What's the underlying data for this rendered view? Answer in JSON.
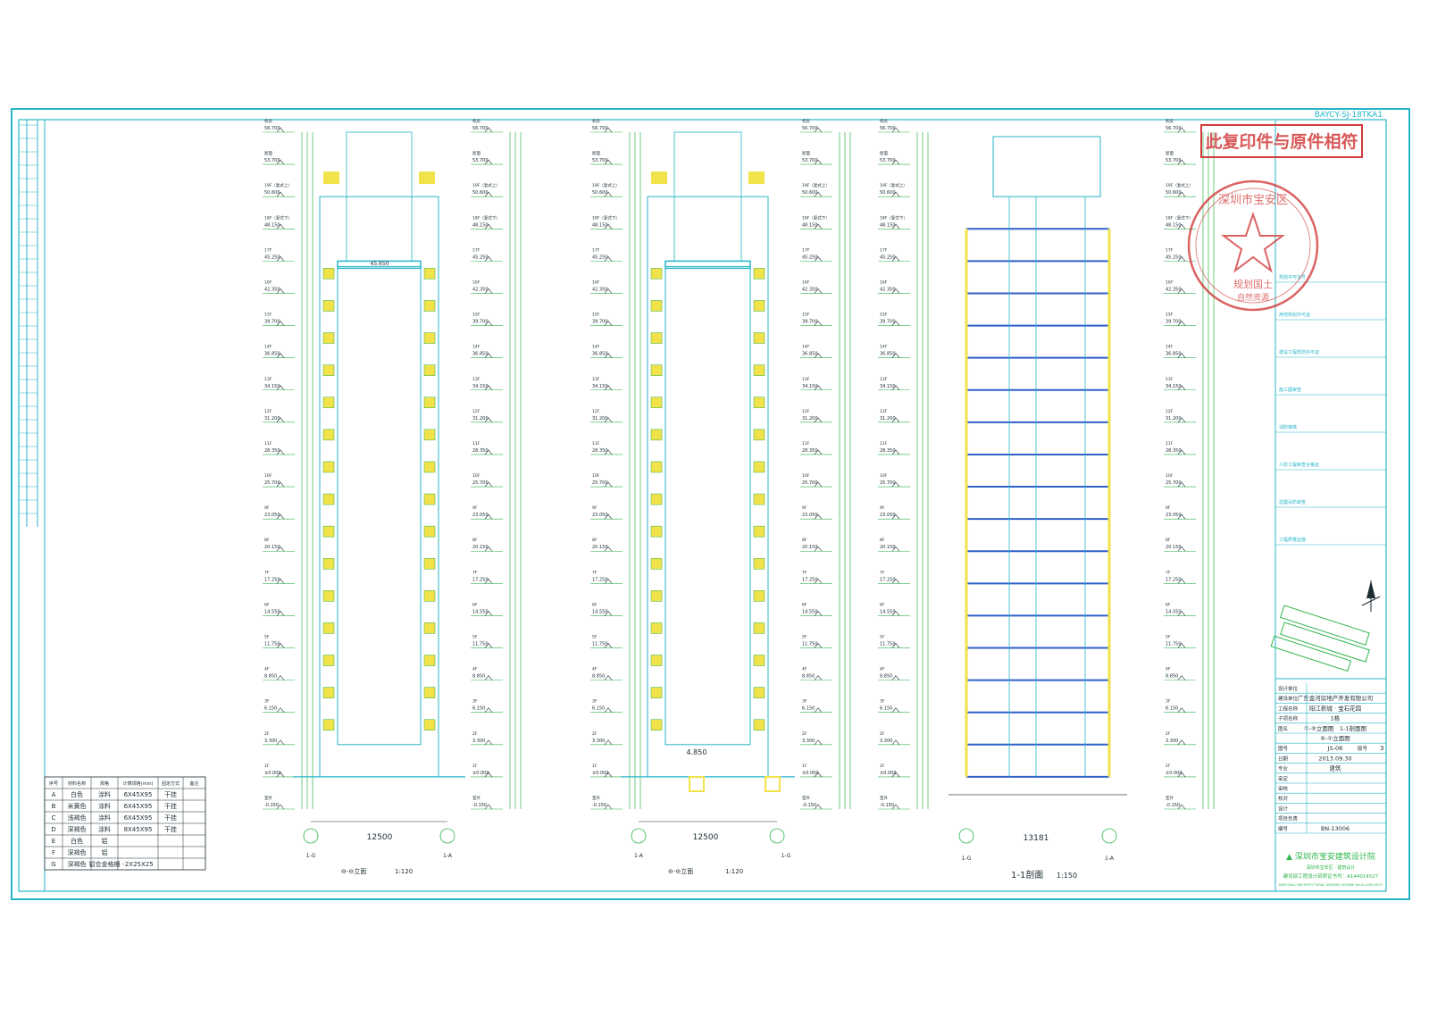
{
  "sheet": {
    "drawing_code": "BAYCY-SJ-18TKA1",
    "certify_stamp": "此复印件与原件相符",
    "round_stamp": [
      "深圳市宝安区",
      "规划国土",
      "自然资源"
    ],
    "colors": {
      "frame": "#27b6c9",
      "grid": "#2fb54a",
      "slab": "#2f5fc9",
      "accent": "#f2e24a",
      "stamp": "#d23b3b",
      "ink": "#1b2c33"
    }
  },
  "elevation_left": {
    "axis_width": "12500",
    "caption": "⊖-⊖立面",
    "scale": "1:120",
    "axes": [
      "1-G",
      "1-A"
    ],
    "inner_dim": "45.650",
    "bottom_dim": "4.850"
  },
  "elevation_mid": {
    "axis_width": "12500",
    "caption": "⊖-⊖立面",
    "scale": "1:120",
    "axes": [
      "1-A",
      "1-G"
    ]
  },
  "section": {
    "axis_width": "13181",
    "caption": "1-1剖面",
    "scale": "1:150",
    "axes": [
      "1-G",
      "1-A"
    ]
  },
  "levels": [
    {
      "label": "机房",
      "value": "56.700"
    },
    {
      "label": "屋面",
      "value": "53.700"
    },
    {
      "label": "19F（复式上）",
      "value": "50.600"
    },
    {
      "label": "18F（复式下）",
      "value": "48.150"
    },
    {
      "label": "17F",
      "value": "45.250"
    },
    {
      "label": "16F",
      "value": "42.350"
    },
    {
      "label": "15F",
      "value": "39.700"
    },
    {
      "label": "14F",
      "value": "36.850"
    },
    {
      "label": "13F",
      "value": "34.150"
    },
    {
      "label": "12F",
      "value": "31.200"
    },
    {
      "label": "11F",
      "value": "28.350"
    },
    {
      "label": "10F",
      "value": "25.700"
    },
    {
      "label": "9F",
      "value": "23.050"
    },
    {
      "label": "8F",
      "value": "20.150"
    },
    {
      "label": "7F",
      "value": "17.250"
    },
    {
      "label": "6F",
      "value": "14.550"
    },
    {
      "label": "5F",
      "value": "11.750"
    },
    {
      "label": "4F",
      "value": "8.850"
    },
    {
      "label": "3F",
      "value": "6.150"
    },
    {
      "label": "2F",
      "value": "3.300"
    },
    {
      "label": "1F",
      "value": "±0.000"
    },
    {
      "label": "室外",
      "value": "-0.150"
    }
  ],
  "schedule": {
    "headers": [
      "序号",
      "材料名称",
      "规格",
      "计算规格(mm)",
      "固定方式",
      "备注"
    ],
    "rows": [
      [
        "A",
        "白色",
        "涂料",
        "6X45X95",
        "干挂",
        ""
      ],
      [
        "B",
        "米黄色",
        "涂料",
        "6X45X95",
        "干挂",
        ""
      ],
      [
        "C",
        "浅褐色",
        "涂料",
        "6X45X95",
        "干挂",
        ""
      ],
      [
        "D",
        "深褐色",
        "涂料",
        "8X45X95",
        "干挂",
        ""
      ],
      [
        "E",
        "白色",
        "铝",
        "",
        "",
        ""
      ],
      [
        "F",
        "深褐色",
        "铝",
        "",
        "",
        ""
      ],
      [
        "G",
        "深褐色",
        "铝合金格栅",
        "-2X25X25",
        "",
        ""
      ]
    ]
  },
  "titleblock": {
    "rows": [
      {
        "label": "设计单位",
        "value": ""
      },
      {
        "label": "建设单位",
        "value": "广东金河房地产开发有限公司"
      },
      {
        "label": "工程名称",
        "value": "阳江新城 · 宝石花园"
      },
      {
        "label": "子项名称",
        "value": "1栋"
      },
      {
        "label": "图名",
        "value": "①-⑥立面图　1-1剖面图"
      },
      {
        "label": "",
        "value": "⑥-①立面图"
      },
      {
        "label": "图号",
        "value": "JS-08"
      },
      {
        "label": "日期",
        "value": "2013.09.30"
      },
      {
        "label": "专业",
        "value": "建筑"
      },
      {
        "label": "审定",
        "value": ""
      },
      {
        "label": "审核",
        "value": ""
      },
      {
        "label": "校对",
        "value": ""
      },
      {
        "label": "设计",
        "value": ""
      },
      {
        "label": "项目负责",
        "value": ""
      },
      {
        "label": "编号",
        "value": "BN-13006"
      }
    ],
    "sheet_no_label": "版号",
    "sheet_no": "3",
    "firm": "深圳市宝安建筑设计院",
    "firm_address": "深圳市宝安区 · 建筑设计",
    "license": "建设部工程设计资质证书号：A144014527",
    "license_en": "NATIONAL ARCHITECTURAL DESIGN LICENSE No.A144014527",
    "approvals": [
      "规划许可证号",
      "用地规划许可证",
      "建设工程规划许可证",
      "施工图审查",
      "消防审核",
      "人防工程审查合格证",
      "抗震设防审查",
      "工程质量监督"
    ]
  }
}
